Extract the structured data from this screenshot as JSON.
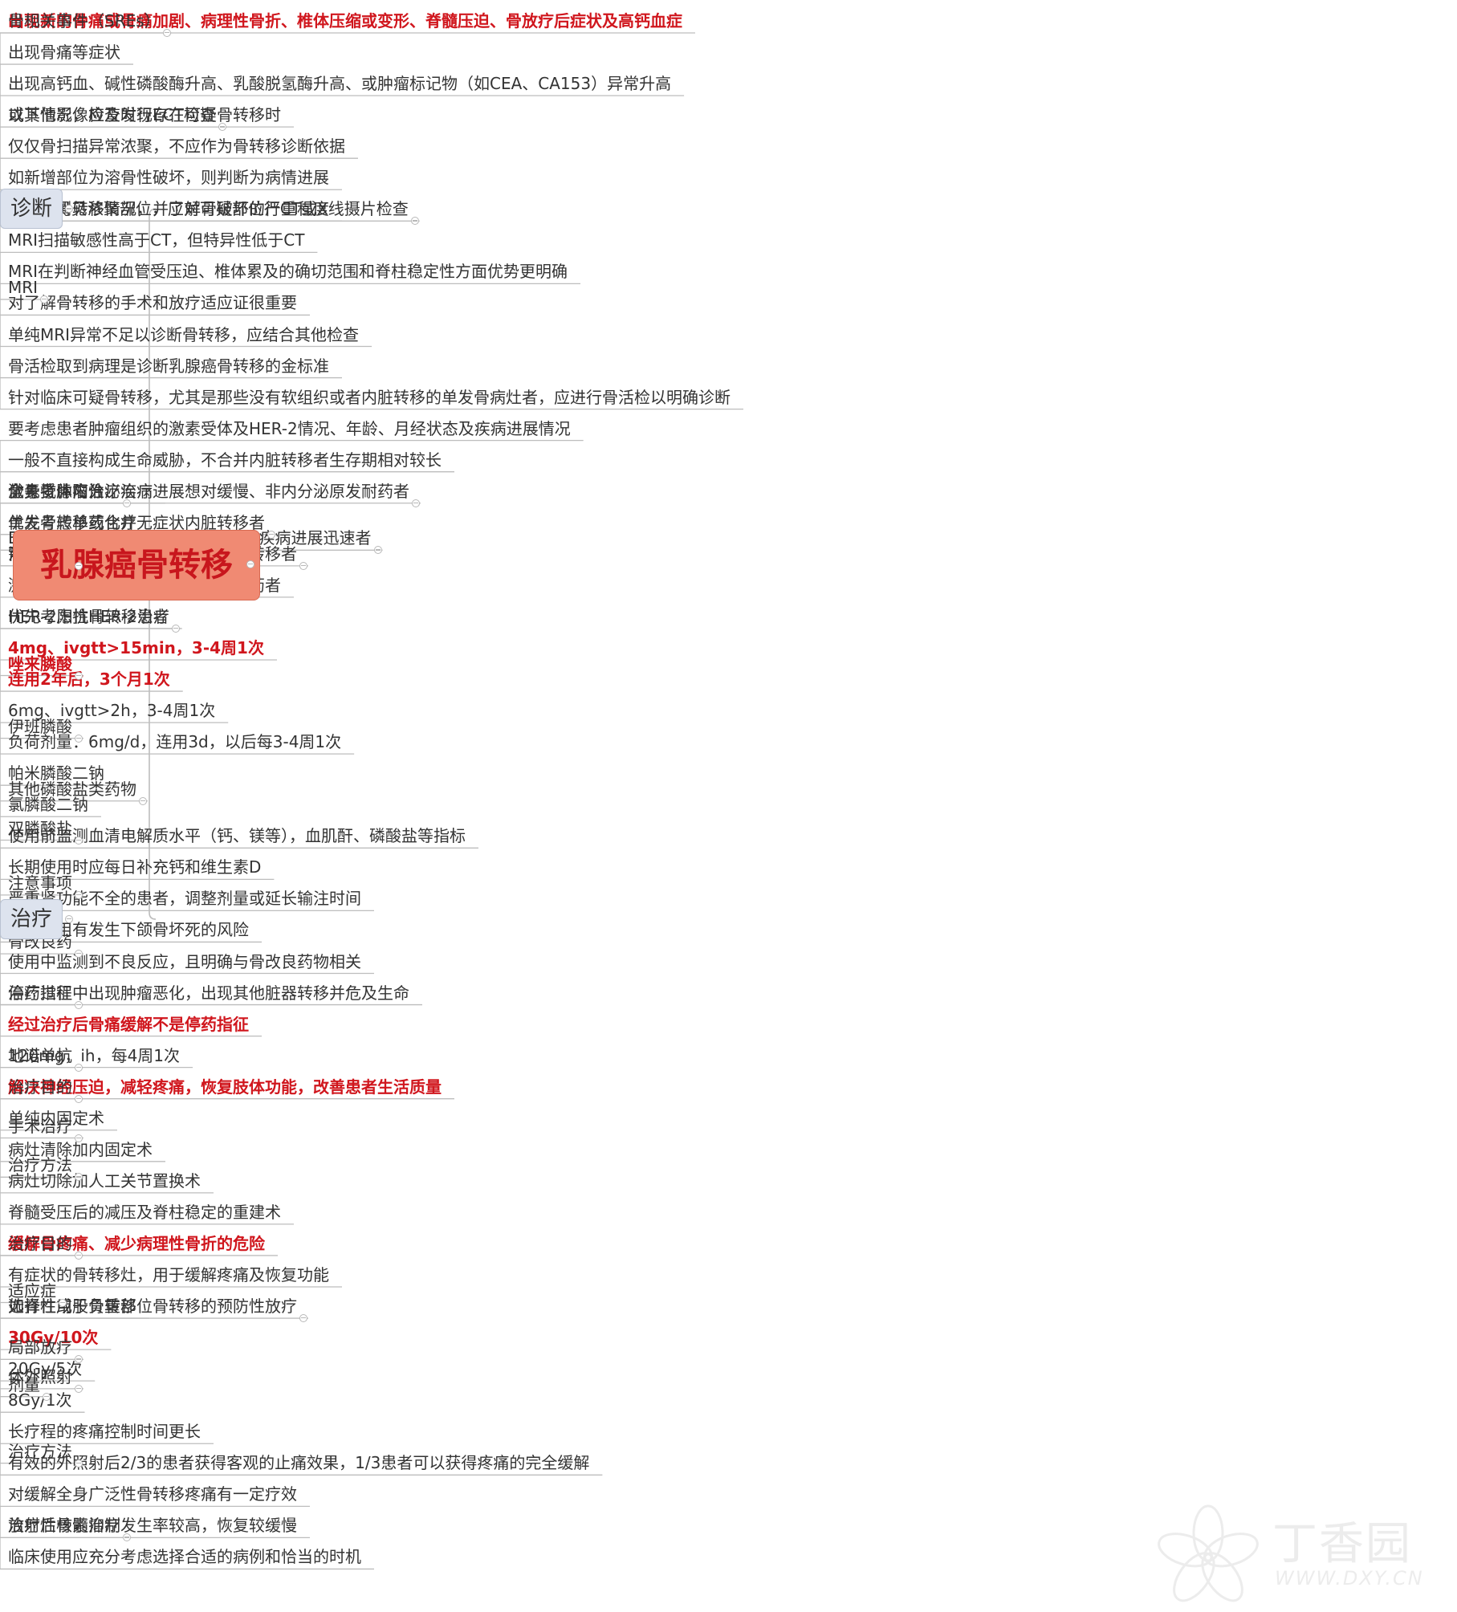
{
  "root": "乳腺癌骨转移",
  "watermark": {
    "brand": "丁香园",
    "url": "WWW.DXY.CN"
  },
  "tree": {
    "text": "乳腺癌骨转移",
    "children": [
      {
        "text": "诊断",
        "children": [
          {
            "text": "骨相关事件（SREs）",
            "children": [
              {
                "text": "出现新的骨痛或骨痛加剧、病理性骨折、椎体压缩或变形、脊髓压迫、骨放疗后症状及高钙血症",
                "red": true
              }
            ]
          },
          {
            "text": "以下情况，应及时行ECT检查",
            "children": [
              {
                "text": "出现骨痛等症状"
              },
              {
                "text": "出现高钙血、碱性磷酸酶升高、乳酸脱氢酶升高、或肿瘤标记物（如CEA、CA153）异常升高"
              },
              {
                "text": "或其他影像检查发现存在可疑骨转移时"
              },
              {
                "text": "仅仅骨扫描异常浓聚，不应作为骨转移诊断依据"
              },
              {
                "text": "如新增部位为溶骨性破坏，则判断为病情进展"
              }
            ]
          },
          {
            "text": "ECT检测见浓聚部位，应对可疑部位行CT或X线摄片检查",
            "children": [
              {
                "text": "以确认骨转移情况，并了解骨破坏的严重程度"
              }
            ]
          },
          {
            "text": "MRI",
            "children": [
              {
                "text": "MRI扫描敏感性高于CT，但特异性低于CT"
              },
              {
                "text": "MRI在判断神经血管受压迫、椎体累及的确切范围和脊柱稳定性方面优势更明确"
              },
              {
                "text": "对了解骨转移的手术和放疗适应证很重要"
              },
              {
                "text": "单纯MRI异常不足以诊断骨转移，应结合其他检查"
              }
            ]
          },
          {
            "text": "骨活检取到病理是诊断乳腺癌骨转移的金标准"
          },
          {
            "text": "针对临床可疑骨转移，尤其是那些没有软组织或者内脏转移的单发骨病灶者，应进行骨活检以明确诊断"
          }
        ]
      },
      {
        "text": "治疗",
        "children": [
          {
            "text": "全身抗肿瘤治疗",
            "children": [
              {
                "text": "要考虑患者肿瘤组织的激素受体及HER-2情况、年龄、月经状态及疾病进展情况"
              },
              {
                "text": "一般不直接构成生命威胁，不合并内脏转移者生存期相对较长"
              },
              {
                "text": "治疗选择",
                "children": [
                  {
                    "text": "激素受体阳性、疾病进展想对缓慢、非内分泌原发耐药者",
                    "children": [
                      {
                        "text": "优先考虑内分泌治疗"
                      }
                    ]
                  },
                  {
                    "text": "ER、PR阴性，术后无病间隔期短，疾病进展迅速者",
                    "children": [
                      {
                        "text": "单发骨转移或合并无症状内脏转移者",
                        "children": [
                          {
                            "text": "优先考虑单药化疗"
                          }
                        ]
                      },
                      {
                        "text": "需快速控制症状或合并有症状内脏转移者",
                        "children": [
                          {
                            "text": "可考虑联合化疗"
                          }
                        ]
                      }
                    ]
                  },
                  {
                    "text": "激素受体阳性对内分泌治疗原发耐药者"
                  },
                  {
                    "text": "HER-2阳性骨转移患者",
                    "children": [
                      {
                        "text": "优先考虑抗HER-2治疗"
                      }
                    ]
                  }
                ]
              }
            ]
          },
          {
            "text": "骨改良药",
            "children": [
              {
                "text": "双膦酸盐",
                "children": [
                  {
                    "text": "唑来膦酸",
                    "red": true,
                    "children": [
                      {
                        "text": "4mg、ivgtt>15min，3-4周1次",
                        "red": true
                      },
                      {
                        "text": "连用2年后，3个月1次",
                        "red": true
                      }
                    ]
                  },
                  {
                    "text": "伊班膦酸",
                    "children": [
                      {
                        "text": "6mg、ivgtt>2h，3-4周1次"
                      },
                      {
                        "text": "负荷剂量：6mg/d，连用3d，以后每3-4周1次"
                      }
                    ]
                  },
                  {
                    "text": "其他磷酸盐类药物",
                    "children": [
                      {
                        "text": "帕米膦酸二钠"
                      },
                      {
                        "text": "氯膦酸二钠"
                      }
                    ]
                  },
                  {
                    "text": "注意事项",
                    "children": [
                      {
                        "text": "使用前监测血清电解质水平（钙、镁等），血肌酐、磷酸盐等指标"
                      },
                      {
                        "text": "长期使用时应每日补充钙和维生素D"
                      },
                      {
                        "text": "严重肾功能不全的患者，调整剂量或延长输注时间"
                      },
                      {
                        "text": "长期使用有发生下颌骨坏死的风险"
                      }
                    ]
                  },
                  {
                    "text": "停药指征",
                    "children": [
                      {
                        "text": "使用中监测到不良反应，且明确与骨改良药物相关"
                      },
                      {
                        "text": "治疗过程中出现肿瘤恶化，出现其他脏器转移并危及生命"
                      },
                      {
                        "text": "经过治疗后骨痛缓解不是停药指征",
                        "red": true
                      }
                    ]
                  }
                ]
              },
              {
                "text": "地诺单抗",
                "children": [
                  {
                    "text": "120mg，ih，每4周1次"
                  }
                ]
              }
            ]
          },
          {
            "text": "手术治疗",
            "children": [
              {
                "text": "治疗目的",
                "children": [
                  {
                    "text": "解决神经压迫，减轻疼痛，恢复肢体功能，改善患者生活质量",
                    "red": true
                  }
                ]
              },
              {
                "text": "治疗方法",
                "children": [
                  {
                    "text": "单纯内固定术"
                  },
                  {
                    "text": "病灶清除加内固定术"
                  },
                  {
                    "text": "病灶切除加人工关节置换术"
                  },
                  {
                    "text": "脊髓受压后的减压及脊柱稳定的重建术"
                  }
                ]
              }
            ]
          },
          {
            "text": "局部放疗",
            "children": [
              {
                "text": "治疗目的",
                "children": [
                  {
                    "text": "缓解骨疼痛、减少病理性骨折的危险",
                    "red": true
                  }
                ]
              },
              {
                "text": "治疗方法",
                "children": [
                  {
                    "text": "体外照射",
                    "children": [
                      {
                        "text": "适应症",
                        "children": [
                          {
                            "text": "有症状的骨转移灶，用于缓解疼痛及恢复功能"
                          },
                          {
                            "text": "选择性用于负重部位骨转移的预防性放疗",
                            "children": [
                              {
                                "text": "如脊柱或股骨转移"
                              }
                            ]
                          }
                        ]
                      },
                      {
                        "text": "剂量",
                        "children": [
                          {
                            "text": "30Gy/10次",
                            "red": true
                          },
                          {
                            "text": "20Gy/5次"
                          },
                          {
                            "text": "8Gy/1次"
                          },
                          {
                            "text": "长疗程的疼痛控制时间更长"
                          }
                        ]
                      },
                      {
                        "text": "有效的外照射后2/3的患者获得客观的止痛效果，1/3患者可以获得疼痛的完全缓解"
                      }
                    ]
                  },
                  {
                    "text": "放射性核素治疗",
                    "children": [
                      {
                        "text": "对缓解全身广泛性骨转移疼痛有一定疗效"
                      },
                      {
                        "text": "治疗后骨髓抑制发生率较高，恢复较缓慢"
                      },
                      {
                        "text": "临床使用应充分考虑选择合适的病例和恰当的时机"
                      }
                    ]
                  }
                ]
              }
            ]
          }
        ]
      }
    ]
  }
}
